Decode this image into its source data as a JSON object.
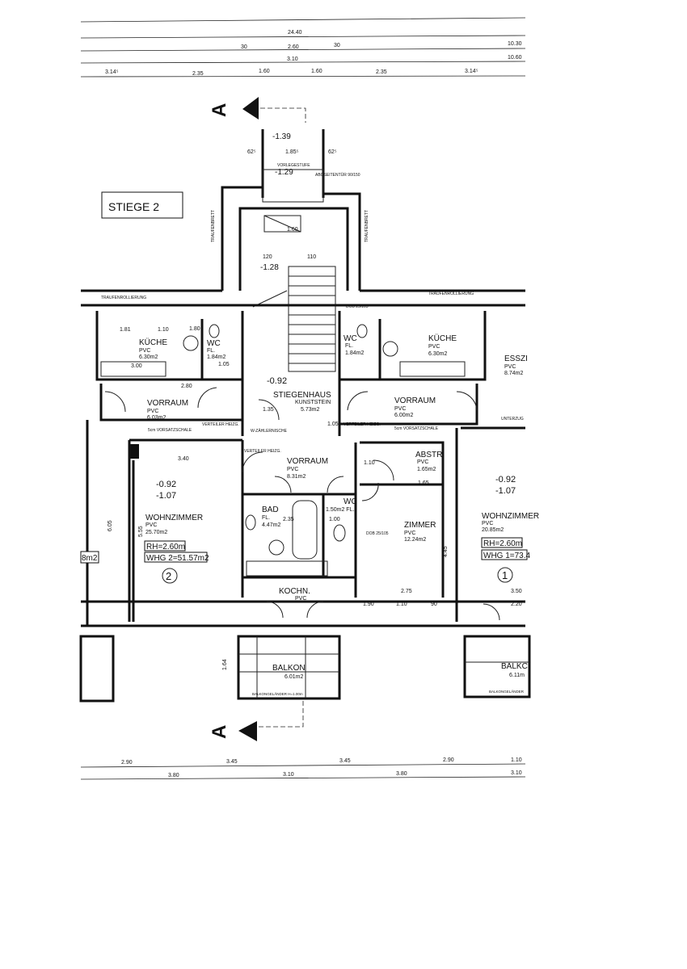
{
  "title": "STIEGE 2",
  "section_marker": "A",
  "top_dimensions": {
    "total": "24.40",
    "row2": [
      "30",
      "2.60",
      "30",
      "10.30"
    ],
    "row3": [
      "3.10",
      "10.60"
    ],
    "row4": [
      "3.14⁵",
      "2.35",
      "1.60",
      "1.60",
      "2.35",
      "3.14⁵"
    ]
  },
  "stair": {
    "level_top": "-1.39",
    "width_label": "1.85⁵",
    "side_dims": [
      "62⁵",
      "62⁵"
    ],
    "vorlegestufe": "VORLEGESTUFE",
    "level_entry": "-1.29",
    "door_label": "ABGSEITENTÜR 90/150",
    "landing": "1.60",
    "level_landing": "-1.28",
    "traufenbrett": "TRAUFENBRETT",
    "traufenrollierung": "TRAUFENROLLIERUNG",
    "stair_dims": [
      "120",
      "110"
    ]
  },
  "rooms": {
    "kueche_left": {
      "name": "KÜCHE",
      "floor": "PVC",
      "area": "6.30m2"
    },
    "wc_left": {
      "name": "WC",
      "floor": "FL.",
      "area": "1.84m2"
    },
    "vorraum_left": {
      "name": "VORRAUM",
      "floor": "PVC",
      "area": "6.03m2"
    },
    "stiegenhaus": {
      "name": "STIEGENHAUS",
      "floor": "KUNSTSTEIN",
      "area": "5.73m2",
      "level": "-0.92"
    },
    "wc_right": {
      "name": "WC",
      "floor": "FL.",
      "area": "1.84m2"
    },
    "kueche_right": {
      "name": "KÜCHE",
      "floor": "PVC",
      "area": "6.30m2"
    },
    "vorraum_right": {
      "name": "VORRAUM",
      "floor": "PVC",
      "area": "6.00m2"
    },
    "esszimmer": {
      "name": "ESSZI",
      "floor": "PVC",
      "area": "8.74m2"
    },
    "wohnzimmer_2": {
      "name": "WOHNZIMMER",
      "floor": "PVC",
      "area": "25.70m2",
      "levels": [
        "-0.92",
        "-1.07"
      ],
      "rh": "RH=2.60m",
      "whg": "WHG 2=51.57m2",
      "unit": "2"
    },
    "vorraum_center": {
      "name": "VORRAUM",
      "floor": "PVC",
      "area": "8.31m2"
    },
    "bad": {
      "name": "BAD",
      "floor": "FL.",
      "area": "4.47m2"
    },
    "wc_center": {
      "name": "WC",
      "floor": "1.50m2 FL."
    },
    "abstr": {
      "name": "ABSTR.",
      "floor": "PVC",
      "area": "1.65m2"
    },
    "zimmer": {
      "name": "ZIMMER",
      "floor": "PVC",
      "area": "12.24m2"
    },
    "kochn": {
      "name": "KOCHN.",
      "floor": "PVC"
    },
    "wohnzimmer_1": {
      "name": "WOHNZIMMER",
      "floor": "PVC",
      "area": "20.85m2",
      "levels": [
        "-0.92",
        "-1.07"
      ],
      "rh": "RH=2.60m",
      "whg": "WHG 1=73.4",
      "unit": "1"
    },
    "balkon_center": {
      "name": "BALKON",
      "area": "6.01m2",
      "railing": "BALKONGELÄNDER H=1.00m"
    },
    "balkon_right": {
      "name": "BALKC",
      "area": "6.11m",
      "railing": "BALKONGELÄNDER"
    },
    "left_partial_area": "8m2"
  },
  "notes": {
    "verteiler": "VERTEILER HEIZG.",
    "vorsatzschale": "5cm VORSATZSCHALE",
    "zaehlernische": "W-ZÄHLERNISCHE",
    "dob": "DOB 25/105",
    "unterzug": "UNTERZUG"
  },
  "interior_dims": [
    "1.81",
    "1.10",
    "1.80",
    "3.00",
    "2.80",
    "1.05",
    "3.40",
    "1.35",
    "1.05",
    "2.35",
    "1.00",
    "1.10",
    "1.65",
    "2.75",
    "3.50",
    "2.20",
    "1.90",
    "1.10",
    "90",
    "4.45",
    "6.05",
    "5.55",
    "1.64"
  ],
  "bottom_dimensions": {
    "row1": [
      "2.90",
      "3.45",
      "3.45",
      "2.90",
      "1.10"
    ],
    "row2": [
      "3.80",
      "3.10",
      "3.80",
      "3.10"
    ]
  }
}
